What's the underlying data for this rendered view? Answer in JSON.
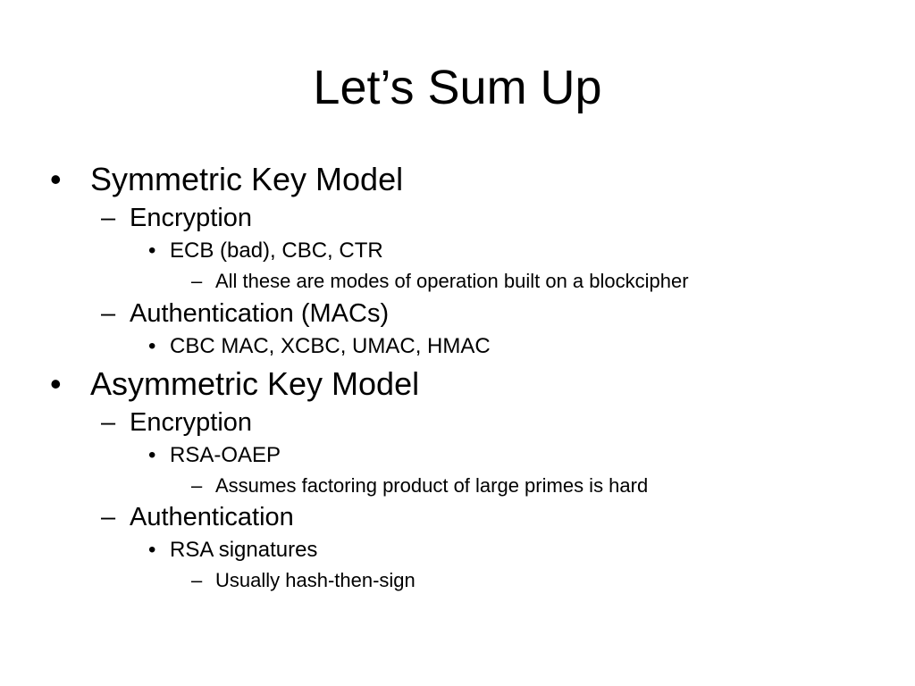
{
  "slide": {
    "title": "Let’s Sum Up",
    "bullet_l1": "•",
    "bullet_l2": "–",
    "bullet_l3": "•",
    "bullet_l4": "–",
    "items": [
      "Symmetric Key Model",
      "Encryption",
      "ECB (bad), CBC, CTR",
      "All these are modes of operation built on a blockcipher",
      "Authentication (MACs)",
      "CBC MAC, XCBC, UMAC, HMAC",
      "Asymmetric Key Model",
      "Encryption",
      "RSA-OAEP",
      "Assumes factoring product of large primes is hard",
      "Authentication",
      "RSA signatures",
      "Usually hash-then-sign"
    ]
  }
}
